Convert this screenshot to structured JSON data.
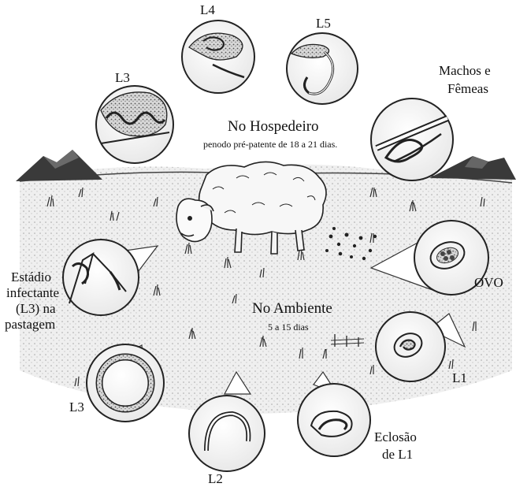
{
  "host": {
    "title": "No Hospedeiro",
    "subtitle": "penodo pré-patente de 18 a 21 dias."
  },
  "environment": {
    "title": "No Ambiente",
    "subtitle": "5 a 15 dias"
  },
  "stages": {
    "l4": "L4",
    "l5": "L5",
    "l3_host": "L3",
    "adults_line1": "Machos e",
    "adults_line2": "Fêmeas",
    "ovo": "OVO",
    "l1": "L1",
    "hatch_line1": "Eclosão",
    "hatch_line2": "de L1",
    "l2": "L2",
    "l3_env": "L3",
    "infective_line1": "Estádio",
    "infective_line2": "infectante",
    "infective_line3": "(L3) na",
    "infective_line4": "pastagem"
  }
}
